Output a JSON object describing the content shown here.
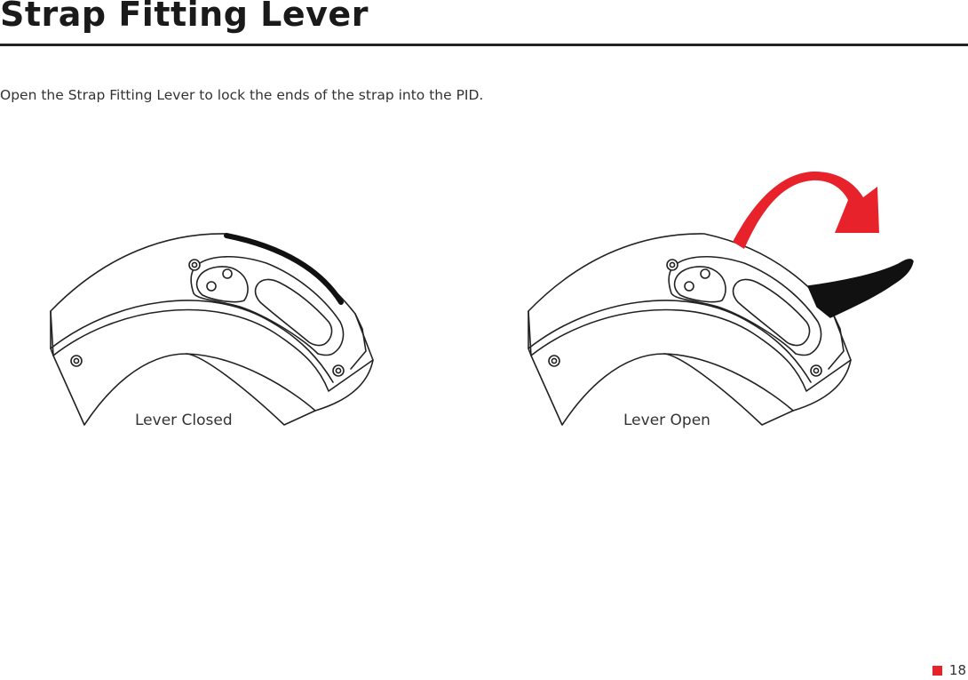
{
  "page": {
    "title": "Strap Fitting Lever",
    "intro": "Open the Strap Fitting Lever to lock the ends of the strap into the PID.",
    "page_number": "18"
  },
  "figures": {
    "closed_label": "Lever Closed",
    "open_label": "Lever Open"
  },
  "colors": {
    "accent_red": "#e8222b",
    "lever_black": "#111111",
    "outline": "#222222"
  }
}
